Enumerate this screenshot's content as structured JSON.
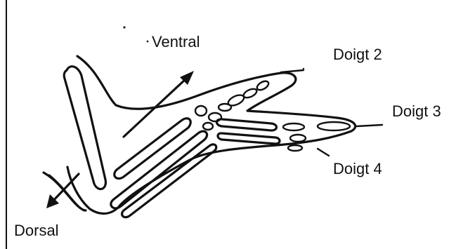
{
  "labels": {
    "ventral": "Ventral",
    "digit2": "Doigt 2",
    "digit3": "Doigt 3",
    "digit4": "Doigt 4",
    "dorsal": "Dorsal"
  }
}
